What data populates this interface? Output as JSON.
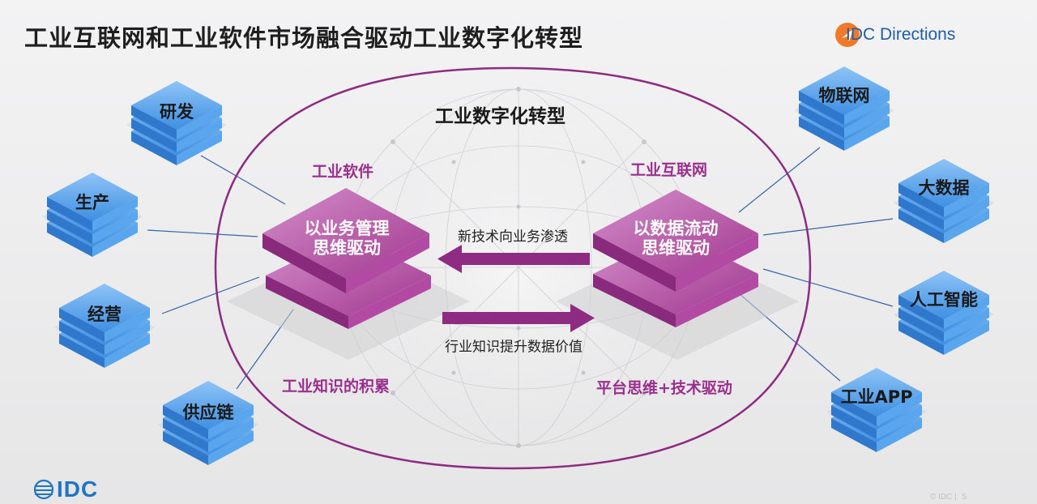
{
  "title": "工业互联网和工业软件市场融合驱动工业数字化转型",
  "brand": {
    "name": "IDC Directions",
    "accent": "#f07a2a",
    "color": "#1f5da8"
  },
  "footer_logo": "IDC",
  "footer": {
    "copyright": "© IDC |",
    "page": "5"
  },
  "center_title": "工业数字化转型",
  "left_group": {
    "heading": "工业软件",
    "block_lines": [
      "以业务管理",
      "思维驱动"
    ],
    "caption": "工业知识的积累"
  },
  "right_group": {
    "heading": "工业互联网",
    "block_lines": [
      "以数据流动",
      "思维驱动"
    ],
    "caption": "平台思维+技术驱动"
  },
  "arrows": {
    "to_left": "新技术向业务渗透",
    "to_right": "行业知识提升数据价值"
  },
  "left_nodes": [
    "研发",
    "生产",
    "经营",
    "供应链"
  ],
  "right_nodes": [
    "物联网",
    "大数据",
    "人工智能",
    "工业APP"
  ],
  "colors": {
    "ring": "#8e2b82",
    "magenta": "#a63a99",
    "blue": "#3d8fe0",
    "line": "#3a63a8"
  }
}
